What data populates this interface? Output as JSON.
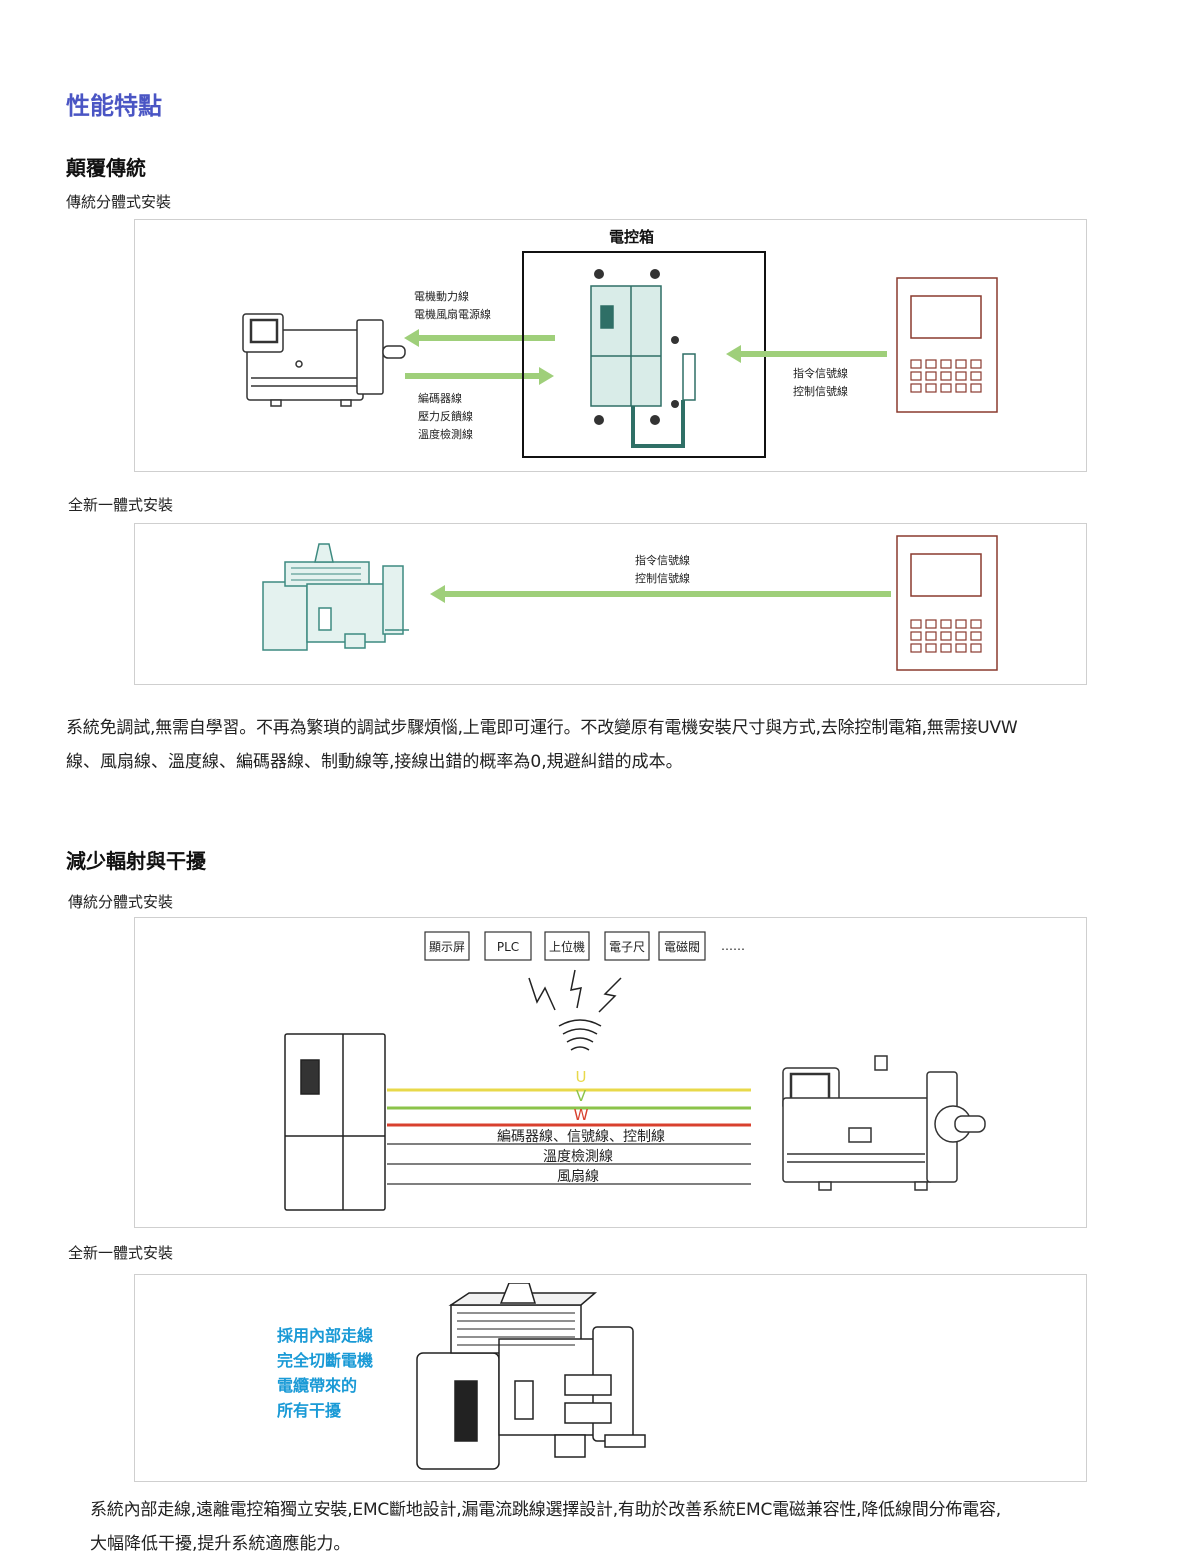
{
  "title": "性能特點",
  "section1": {
    "heading": "顛覆傳統",
    "traditional_label": "傳統分體式安裝",
    "new_label": "全新一體式安裝",
    "box_title": "電控箱",
    "motor_lines_out": [
      "電機動力線",
      "電機風扇電源線"
    ],
    "motor_lines_in": [
      "編碼器線",
      "壓力反饋線",
      "溫度檢測線"
    ],
    "controller_lines": [
      "指令信號線",
      "控制信號線"
    ],
    "new_lines": [
      "指令信號線",
      "控制信號線"
    ],
    "paragraph_line1": "系統免調試,無需自學習。不再為繁瑣的調試步驟煩惱,上電即可運行。不改變原有電機安裝尺寸與方式,去除控制電箱,無需接UVW",
    "paragraph_line2": "線、風扇線、溫度線、編碼器線、制動線等,接線出錯的概率為0,規避糾錯的成本。"
  },
  "section2": {
    "heading": "減少輻射與干擾",
    "traditional_label": "傳統分體式安裝",
    "new_label": "全新一體式安裝",
    "devices": [
      "顯示屏",
      "PLC",
      "上位機",
      "電子尺",
      "電磁閥"
    ],
    "ellipsis": "……",
    "phases": [
      "U",
      "V",
      "W"
    ],
    "cables": [
      "編碼器線、信號線、控制線",
      "溫度檢測線",
      "風扇線"
    ],
    "callout": [
      "採用內部走線",
      "完全切斷電機",
      "電纜帶來的",
      "所有干擾"
    ],
    "paragraph_line1": "系統內部走線,遠離電控箱獨立安裝,EMC斷地設計,漏電流跳線選擇設計,有助於改善系統EMC電磁兼容性,降低線間分佈電容,",
    "paragraph_line2": "大幅降低干擾,提升系統適應能力。"
  },
  "colors": {
    "title_blue": "#4a55c4",
    "arrow_green": "#9fcf7a",
    "panel_teal": "#3d8a80",
    "controller_brown": "#8a3a2e",
    "callout_cyan": "#1a9ad6",
    "phase_u": "#e8d94a",
    "phase_v": "#8bc34a",
    "phase_w": "#d8402e"
  }
}
